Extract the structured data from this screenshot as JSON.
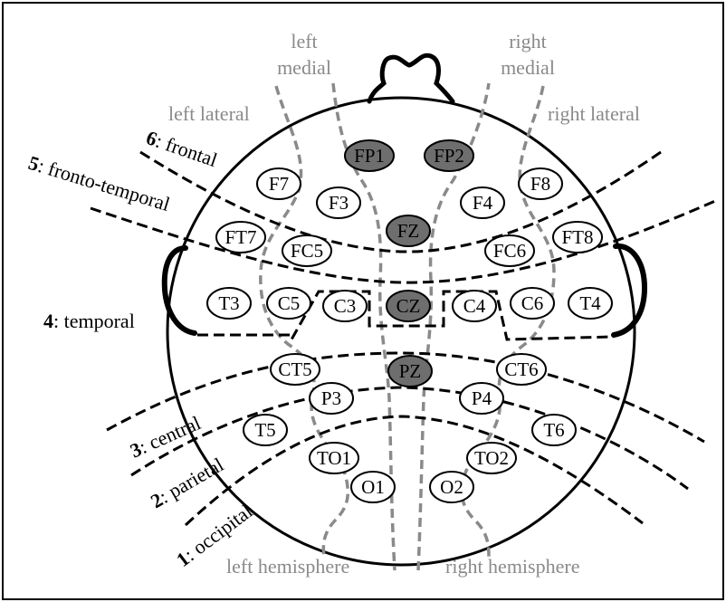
{
  "labels": {
    "left_medial_1": "left",
    "left_medial_2": "medial",
    "right_medial_1": "right",
    "right_medial_2": "medial",
    "left_lateral": "left lateral",
    "right_lateral": "right lateral",
    "left_hemisphere": "left hemisphere",
    "right_hemisphere": "right hemisphere"
  },
  "regions": [
    {
      "num": "6",
      "name": ": frontal"
    },
    {
      "num": "5",
      "name": ": fronto-temporal"
    },
    {
      "num": "4",
      "name": ": temporal"
    },
    {
      "num": "3",
      "name": ": central"
    },
    {
      "num": "2",
      "name": ": parietal"
    },
    {
      "num": "1",
      "name": ": occipital"
    }
  ],
  "electrodes": [
    {
      "id": "FP1",
      "label": "FP1",
      "highlight": true
    },
    {
      "id": "FP2",
      "label": "FP2",
      "highlight": true
    },
    {
      "id": "F7",
      "label": "F7",
      "highlight": false
    },
    {
      "id": "F3",
      "label": "F3",
      "highlight": false
    },
    {
      "id": "FZ",
      "label": "FZ",
      "highlight": true
    },
    {
      "id": "F4",
      "label": "F4",
      "highlight": false
    },
    {
      "id": "F8",
      "label": "F8",
      "highlight": false
    },
    {
      "id": "FT7",
      "label": "FT7",
      "highlight": false
    },
    {
      "id": "FC5",
      "label": "FC5",
      "highlight": false
    },
    {
      "id": "FC6",
      "label": "FC6",
      "highlight": false
    },
    {
      "id": "FT8",
      "label": "FT8",
      "highlight": false
    },
    {
      "id": "T3",
      "label": "T3",
      "highlight": false
    },
    {
      "id": "C5",
      "label": "C5",
      "highlight": false
    },
    {
      "id": "C3",
      "label": "C3",
      "highlight": false
    },
    {
      "id": "CZ",
      "label": "CZ",
      "highlight": true
    },
    {
      "id": "C4",
      "label": "C4",
      "highlight": false
    },
    {
      "id": "C6",
      "label": "C6",
      "highlight": false
    },
    {
      "id": "T4",
      "label": "T4",
      "highlight": false
    },
    {
      "id": "CT5",
      "label": "CT5",
      "highlight": false
    },
    {
      "id": "PZ",
      "label": "PZ",
      "highlight": true
    },
    {
      "id": "CT6",
      "label": "CT6",
      "highlight": false
    },
    {
      "id": "P3",
      "label": "P3",
      "highlight": false
    },
    {
      "id": "P4",
      "label": "P4",
      "highlight": false
    },
    {
      "id": "T5",
      "label": "T5",
      "highlight": false
    },
    {
      "id": "T6",
      "label": "T6",
      "highlight": false
    },
    {
      "id": "TO1",
      "label": "TO1",
      "highlight": false
    },
    {
      "id": "TO2",
      "label": "TO2",
      "highlight": false
    },
    {
      "id": "O1",
      "label": "O1",
      "highlight": false
    },
    {
      "id": "O2",
      "label": "O2",
      "highlight": false
    }
  ],
  "colors": {
    "highlight_fill": "#6e6e6e",
    "normal_fill": "#ffffff",
    "region_gray": "#8a8a8a",
    "line_black": "#000000"
  }
}
